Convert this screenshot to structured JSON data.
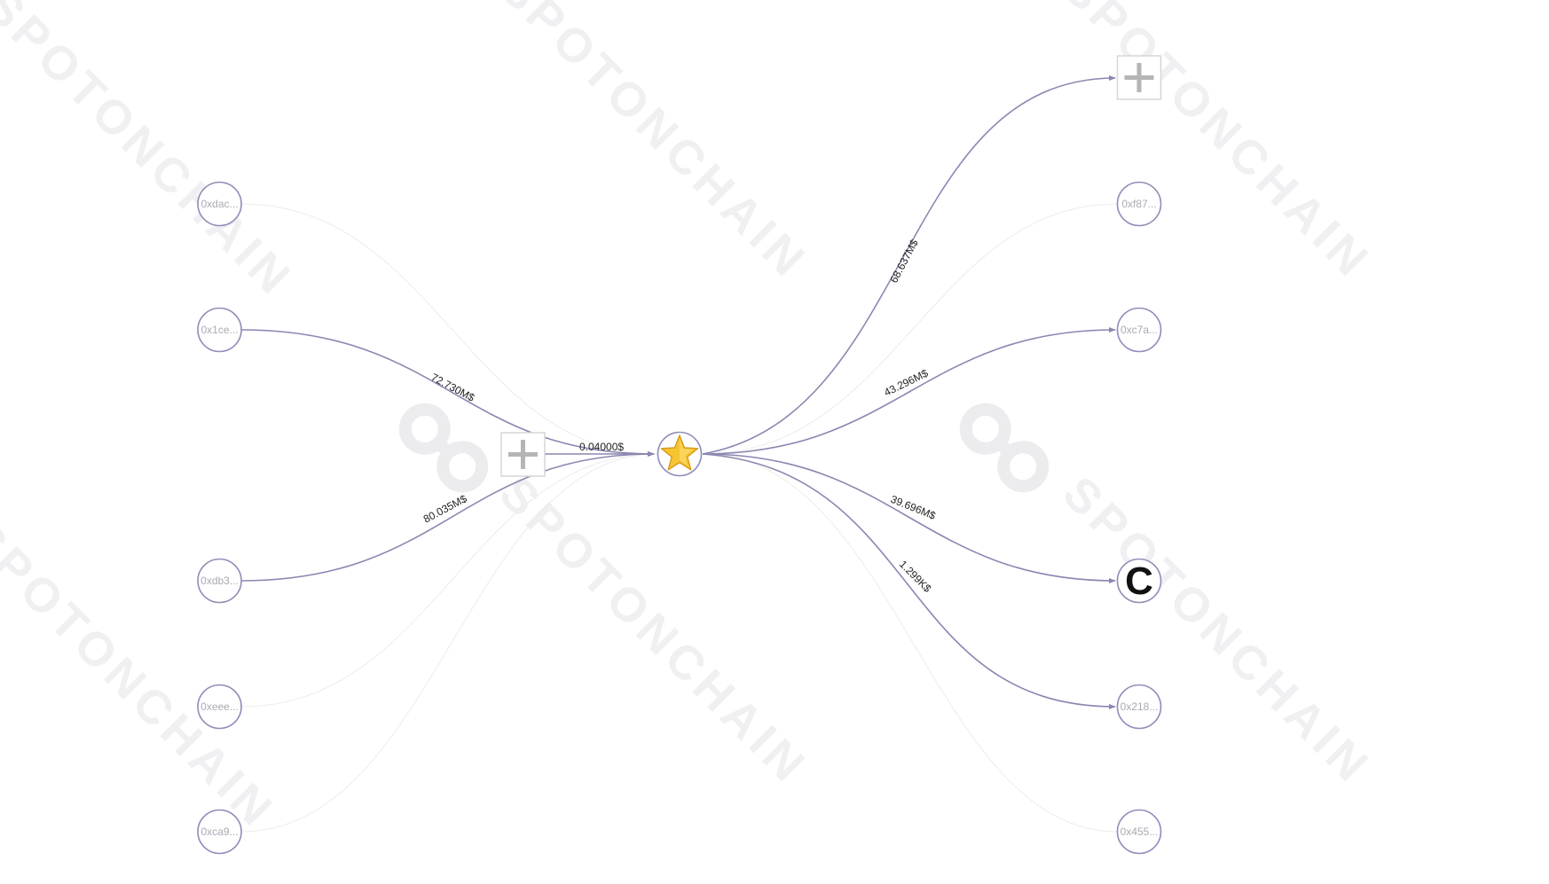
{
  "watermark": {
    "text": "SPOTONCHAIN"
  },
  "colors": {
    "edge_active": "#8a87b1",
    "edge_faint": "#ececec",
    "node_stroke": "#8f8cb8",
    "node_label": "#a9a9b3",
    "star_fill": "#f7c531"
  },
  "center_node": {
    "icon": "star-icon"
  },
  "left_nodes": [
    {
      "id": "n-0xdac",
      "label": "0xdac...",
      "active": false
    },
    {
      "id": "n-0x1ce",
      "label": "0x1ce...",
      "active": true,
      "edge_label": "72.730M$"
    },
    {
      "id": "n-left-plus",
      "label": "",
      "type": "plus",
      "active": true,
      "edge_label": "0.04000$"
    },
    {
      "id": "n-0xdb3",
      "label": "0xdb3...",
      "active": true,
      "edge_label": "80.035M$"
    },
    {
      "id": "n-0xeee",
      "label": "0xeee...",
      "active": false
    },
    {
      "id": "n-0xca9",
      "label": "0xca9...",
      "active": false
    }
  ],
  "right_nodes": [
    {
      "id": "n-right-plus",
      "label": "",
      "type": "plus",
      "active": true,
      "edge_label": "68.637M$"
    },
    {
      "id": "n-0xf87",
      "label": "0xf87...",
      "active": false
    },
    {
      "id": "n-0xc7a",
      "label": "0xc7a...",
      "active": true,
      "edge_label": "43.296M$"
    },
    {
      "id": "n-c",
      "label": "C",
      "type": "letter",
      "active": true,
      "edge_label": "39.696M$"
    },
    {
      "id": "n-0x218",
      "label": "0x218...",
      "active": true,
      "edge_label": "1.299K$"
    },
    {
      "id": "n-0x455",
      "label": "0x455...",
      "active": false
    }
  ]
}
